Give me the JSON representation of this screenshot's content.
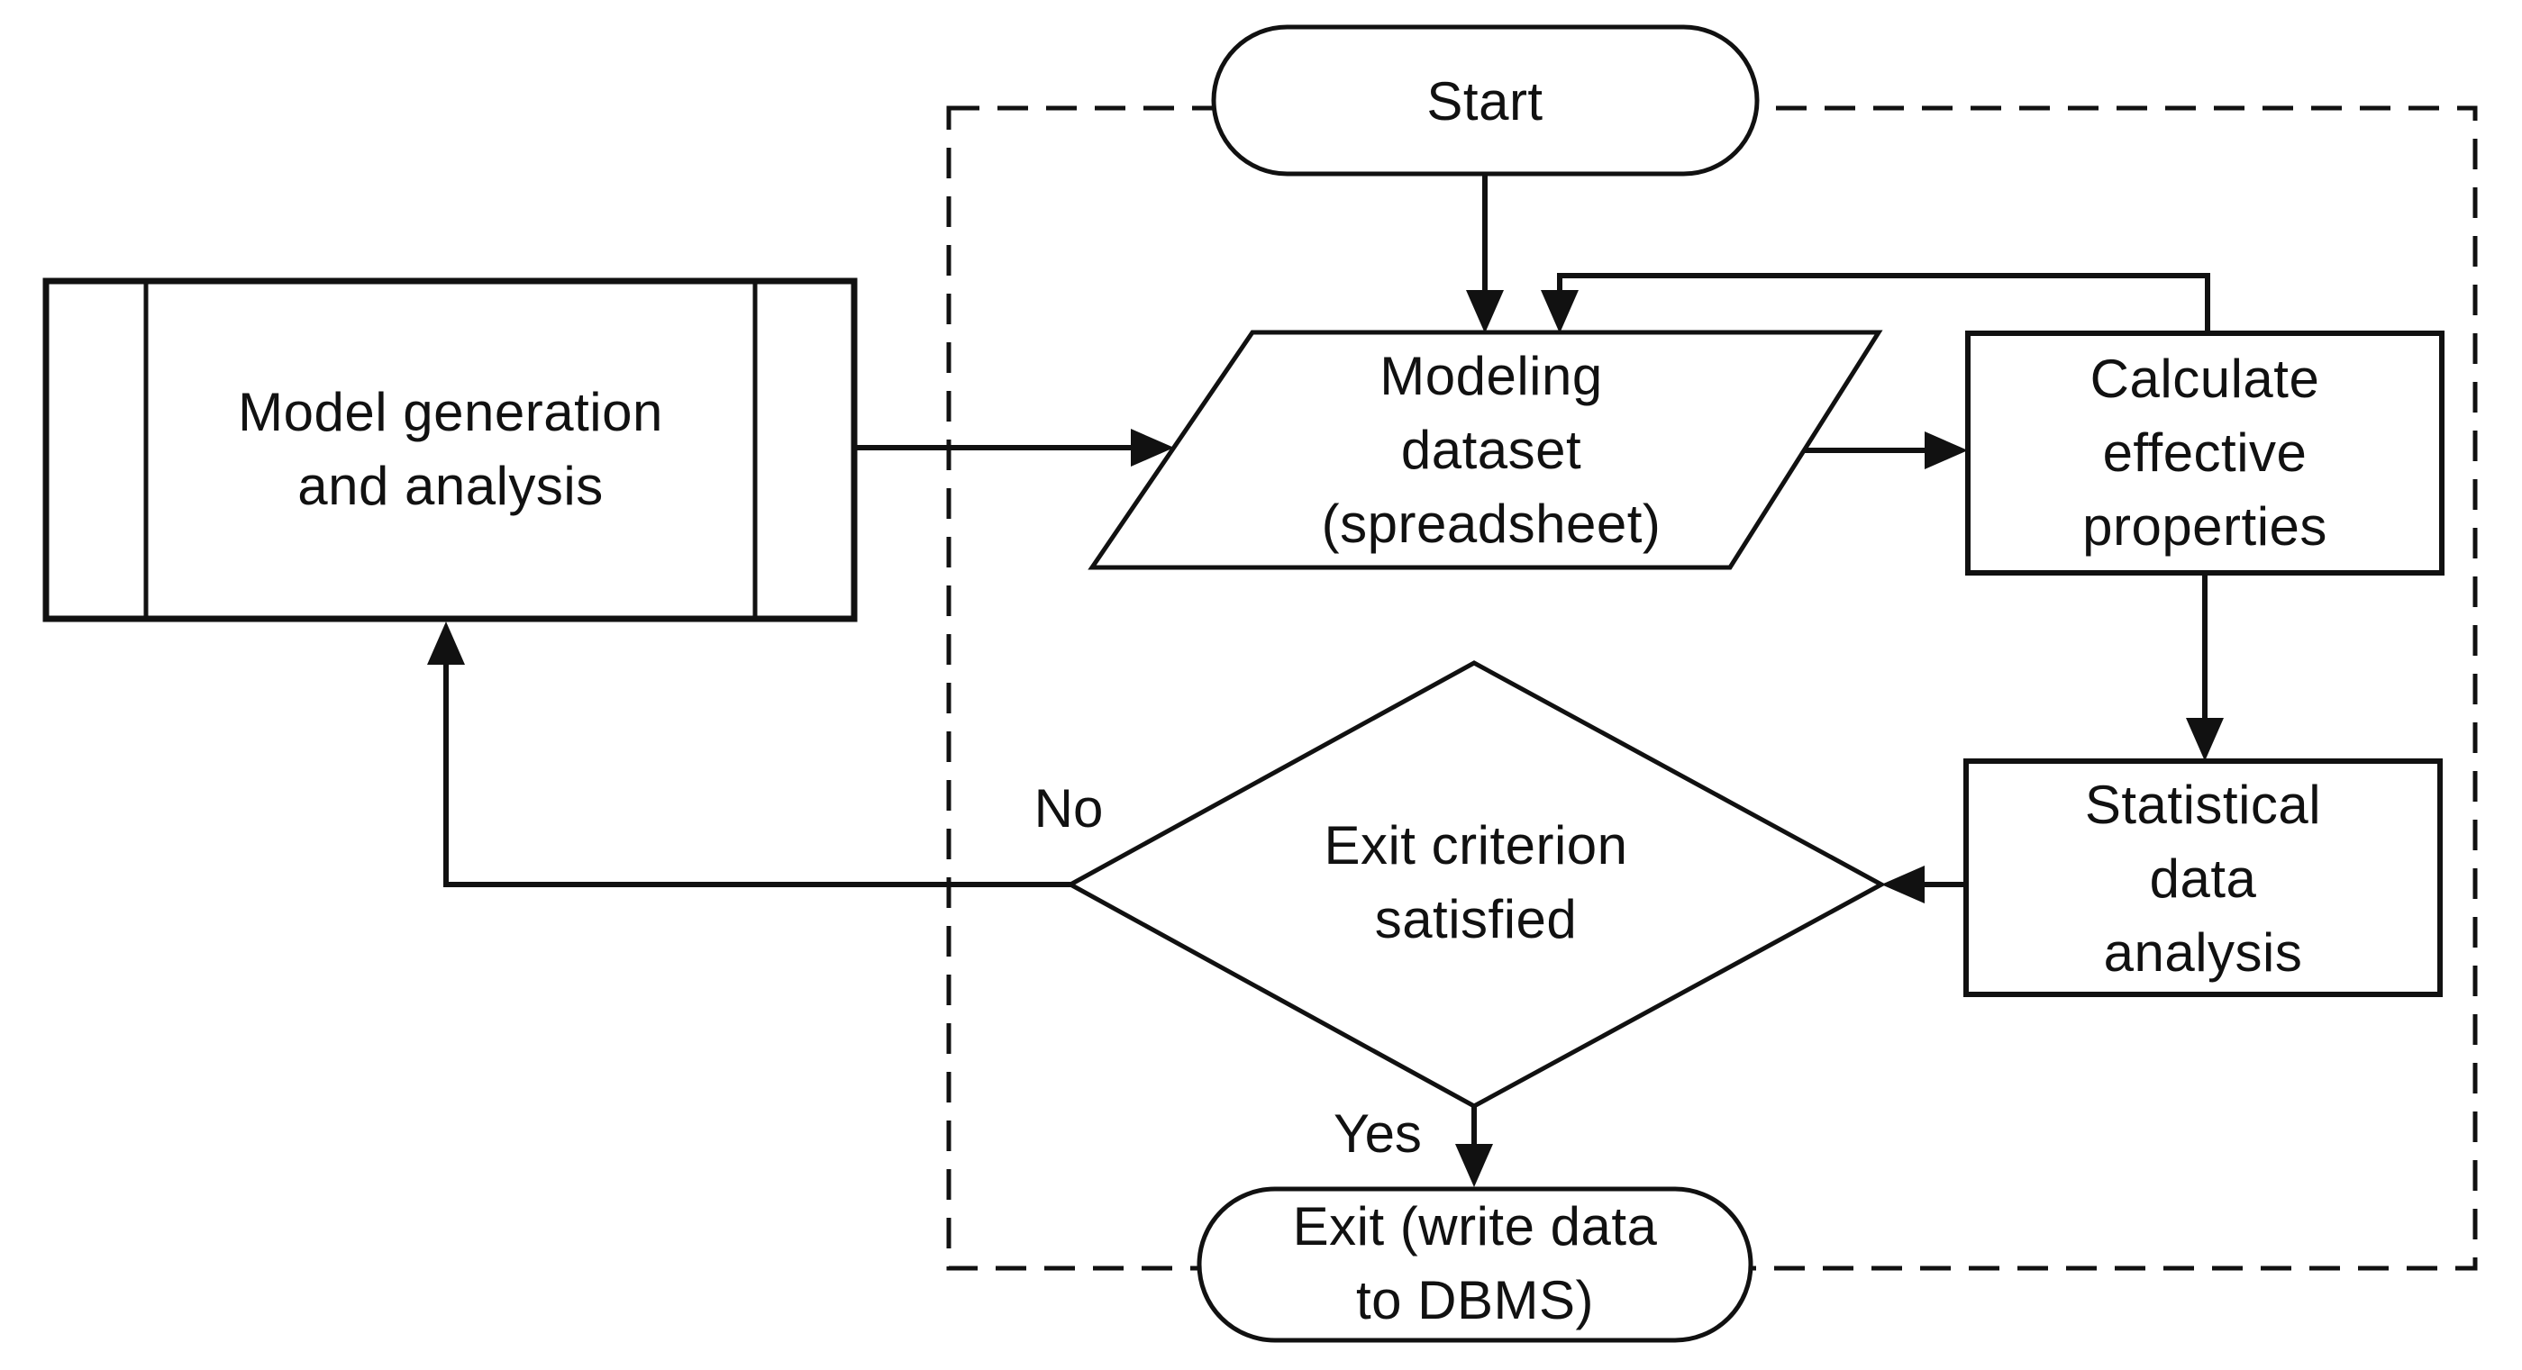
{
  "diagram": {
    "type": "flowchart",
    "background_color": "#ffffff",
    "line_color": "#111111",
    "nodes": {
      "start": {
        "shape": "terminator",
        "label": "Start"
      },
      "model_generation": {
        "shape": "predefined_process",
        "label": "Model generation\nand analysis"
      },
      "modeling_dataset": {
        "shape": "data_parallelogram",
        "label": "Modeling\ndataset\n(spreadsheet)"
      },
      "calculate_properties": {
        "shape": "process",
        "label": "Calculate\neffective\nproperties"
      },
      "statistical_analysis": {
        "shape": "process",
        "label": "Statistical data\nanalysis"
      },
      "exit_decision": {
        "shape": "decision",
        "label": "Exit criterion\nsatisfied"
      },
      "exit": {
        "shape": "terminator",
        "label": "Exit (write data\nto DBMS)"
      }
    },
    "edge_labels": {
      "no": "No",
      "yes": "Yes"
    },
    "edges": [
      {
        "from": "start",
        "to": "modeling_dataset",
        "label": ""
      },
      {
        "from": "model_generation",
        "to": "modeling_dataset",
        "label": ""
      },
      {
        "from": "modeling_dataset",
        "to": "calculate_properties",
        "label": ""
      },
      {
        "from": "calculate_properties",
        "to": "modeling_dataset",
        "label": ""
      },
      {
        "from": "calculate_properties",
        "to": "statistical_analysis",
        "label": ""
      },
      {
        "from": "statistical_analysis",
        "to": "exit_decision",
        "label": ""
      },
      {
        "from": "exit_decision",
        "to": "model_generation",
        "label": "No"
      },
      {
        "from": "exit_decision",
        "to": "exit",
        "label": "Yes"
      }
    ]
  }
}
